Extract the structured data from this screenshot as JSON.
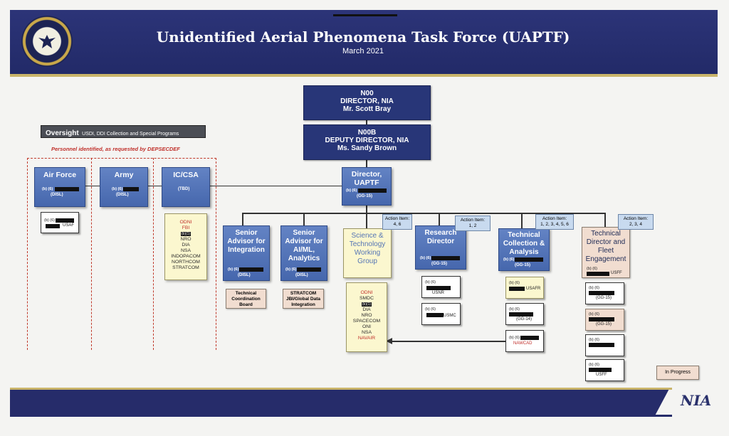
{
  "header": {
    "title": "Unidentified Aerial Phenomena Task Force (UAPTF)",
    "subtitle": "March 2021"
  },
  "oversight": {
    "bold": "Oversight",
    "text": "USDI, DDI Collection and Special Programs"
  },
  "personnel_note": "Personnel identified, as requested by DEPSECDEF",
  "director": {
    "code": "N00",
    "title": "DIRECTOR, NIA",
    "name": "Mr. Scott Bray"
  },
  "deputy": {
    "code": "N00B",
    "title": "DEPUTY DIRECTOR, NIA",
    "name": "Ms. Sandy Brown"
  },
  "uaptf_director": {
    "title1": "Director,",
    "title2": "UAPTF",
    "redact_code": "(b) (6)",
    "grade": "(GG-15)"
  },
  "oversight_boxes": [
    {
      "title": "Air Force",
      "redact_code": "(b) (6)",
      "grade": "(DISL)"
    },
    {
      "title": "Army",
      "redact_code": "(b) (6)",
      "grade": "(DISL)"
    },
    {
      "title": "IC/CSA",
      "grade": "(TBD)"
    }
  ],
  "usaf_box": {
    "redact_code": "(b) (6)",
    "org": "USAF"
  },
  "ic_list": [
    "ODNI",
    "FBI",
    "(b)(1)",
    "NRO",
    "DIA",
    "NSA",
    "INDOPACOM",
    "NORTHCOM",
    "STRATCOM"
  ],
  "senior_integration": {
    "title": "Senior Advisor for Integration",
    "redact_code": "(b) (6)",
    "grade": "(DISL)",
    "sub": "Technical Coordination Board"
  },
  "senior_aiml": {
    "title": "Senior Advisor for AI/ML, Analytics",
    "redact_code": "(b) (6)",
    "grade": "(DISL)",
    "sub": "STRATCOM JBI/Global Data Integration"
  },
  "science": {
    "title": "Science & Technology Working Group"
  },
  "science_list": [
    "ODNI",
    "SMDC",
    "(b)(1)",
    "DIA",
    "NRO",
    "SPACECOM",
    "ONI",
    "NSA",
    "NAVAIR"
  ],
  "research": {
    "title": "Research Director",
    "redact_code": "(b) (6)",
    "grade": "(GG-15)"
  },
  "research_staff": [
    {
      "redact_code": "(b) (6)",
      "org": "USNR"
    },
    {
      "redact_code": "(b) (6)",
      "org": "USMC"
    }
  ],
  "tech_collection": {
    "title": "Technical Collection & Analysis",
    "redact_code": "(b) (6)",
    "grade": "(GG-15)"
  },
  "tech_collection_staff": [
    {
      "redact_code": "(b) (6)",
      "org": "USAFR"
    },
    {
      "redact_code": "(b) (6)",
      "org": "(GG-14)"
    },
    {
      "redact_code": "(b) (6)",
      "org": "NAWCAD"
    }
  ],
  "fleet": {
    "title": "Technical Director and Fleet Engagement",
    "redact_code": "(b) (6)",
    "org": "USFF"
  },
  "fleet_staff": [
    {
      "redact_code": "(b) (6)",
      "org": "(GG-15)"
    },
    {
      "redact_code": "(b) (6)",
      "org": "(GG-15)"
    },
    {
      "redact_code": "(b) (6)",
      "org": ""
    },
    {
      "redact_code": "(b) (6)",
      "org": "USFF"
    }
  ],
  "action_items": [
    {
      "label": "Action Item:",
      "value": "4, 6"
    },
    {
      "label": "Action Item:",
      "value": "1, 2"
    },
    {
      "label": "Action Item:",
      "value": "1, 2, 3, 4, 5, 6"
    },
    {
      "label": "Action Item:",
      "value": "2, 3, 4"
    }
  ],
  "legend": {
    "in_progress": "In Progress"
  },
  "footer": {
    "logo_text": "NIA"
  }
}
